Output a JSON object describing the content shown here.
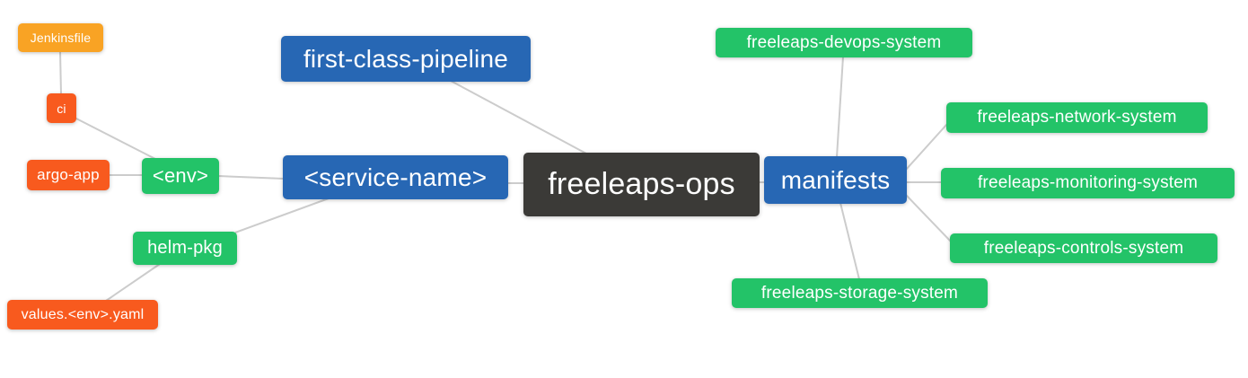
{
  "diagram": {
    "type": "mindmap",
    "root_label": "freeleaps-ops",
    "colors": {
      "orange": "#F9A324",
      "vermilion": "#F85A1E",
      "green": "#23C368",
      "blue": "#2767B4",
      "dark": "#3B3A37",
      "edge": "#CCCCCC",
      "background": "#FFFFFF",
      "node_text": "#FFFFFF"
    },
    "nodes": {
      "jenkinsfile": {
        "label": "Jenkinsfile",
        "color_role": "orange"
      },
      "ci": {
        "label": "ci",
        "color_role": "vermilion"
      },
      "argo_app": {
        "label": "argo-app",
        "color_role": "vermilion"
      },
      "env": {
        "label": "<env>",
        "color_role": "green"
      },
      "first_class_pipeline": {
        "label": "first-class-pipeline",
        "color_role": "blue"
      },
      "service_name": {
        "label": "<service-name>",
        "color_role": "blue"
      },
      "freeleaps_ops": {
        "label": "freeleaps-ops",
        "color_role": "dark"
      },
      "manifests": {
        "label": "manifests",
        "color_role": "blue"
      },
      "devops_system": {
        "label": "freeleaps-devops-system",
        "color_role": "green"
      },
      "network_system": {
        "label": "freeleaps-network-system",
        "color_role": "green"
      },
      "monitoring_system": {
        "label": "freeleaps-monitoring-system",
        "color_role": "green"
      },
      "controls_system": {
        "label": "freeleaps-controls-system",
        "color_role": "green"
      },
      "storage_system": {
        "label": "freeleaps-storage-system",
        "color_role": "green"
      },
      "helm_pkg": {
        "label": "helm-pkg",
        "color_role": "green"
      },
      "values_yaml": {
        "label": "values.<env>.yaml",
        "color_role": "vermilion"
      }
    },
    "edges": [
      [
        "jenkinsfile",
        "ci"
      ],
      [
        "ci",
        "env"
      ],
      [
        "argo_app",
        "env"
      ],
      [
        "env",
        "service_name"
      ],
      [
        "service_name",
        "helm_pkg"
      ],
      [
        "helm_pkg",
        "values_yaml"
      ],
      [
        "service_name",
        "freeleaps_ops"
      ],
      [
        "first_class_pipeline",
        "freeleaps_ops"
      ],
      [
        "freeleaps_ops",
        "manifests"
      ],
      [
        "devops_system",
        "manifests"
      ],
      [
        "manifests",
        "network_system"
      ],
      [
        "manifests",
        "monitoring_system"
      ],
      [
        "manifests",
        "controls_system"
      ],
      [
        "manifests",
        "storage_system"
      ]
    ]
  }
}
